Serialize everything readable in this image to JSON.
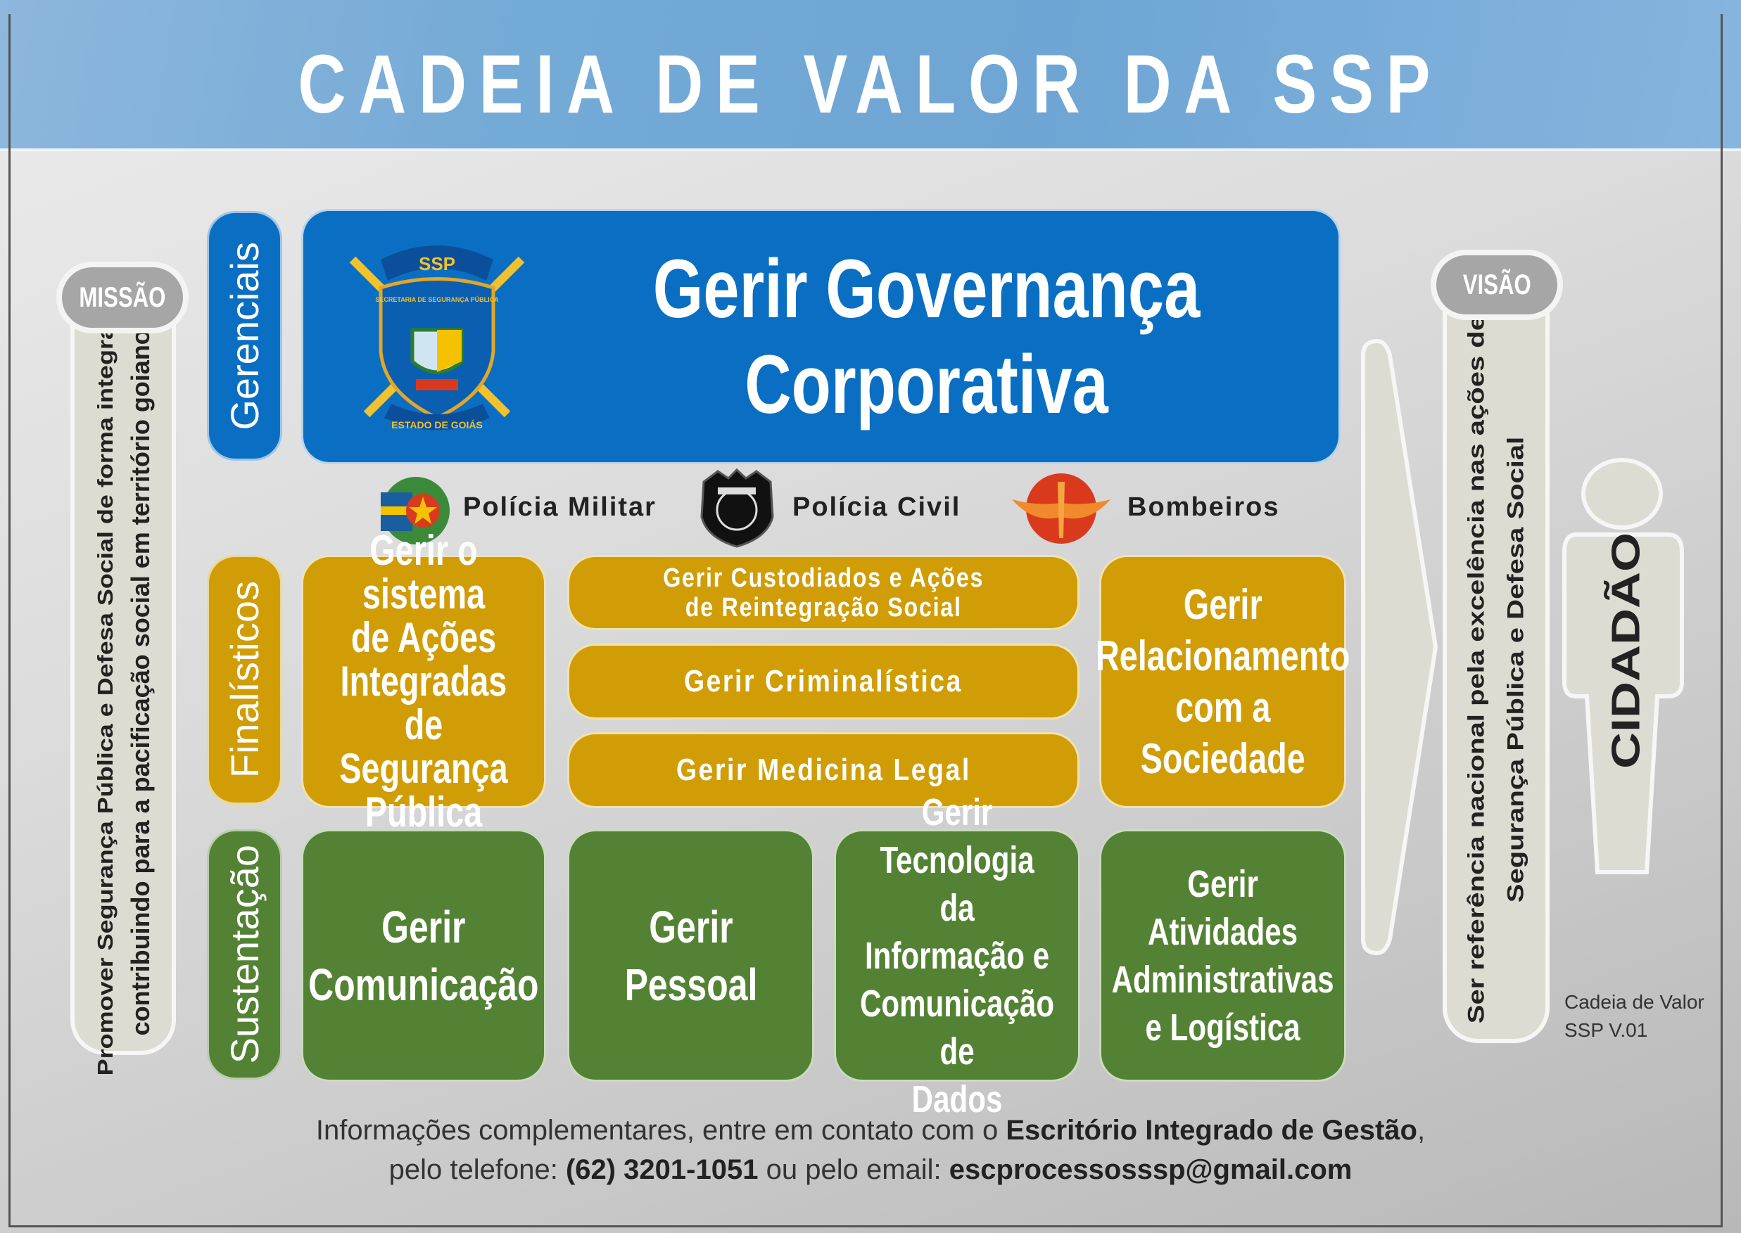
{
  "title": "CADEIA DE VALOR DA SSP",
  "mission": {
    "label": "MISSÃO",
    "text_line1": "Promover Segurança Pública e Defesa Social de forma integrada,",
    "text_line2": "contribuindo para a pacificação social em território goiano"
  },
  "vision": {
    "label": "VISÃO",
    "text_line1": "Ser referência nacional pela excelência nas ações de",
    "text_line2": "Segurança Pública e Defesa Social"
  },
  "citizen": "CIDADÃO",
  "version": {
    "line1": "Cadeia de Valor",
    "line2": "SSP V.01"
  },
  "rows": {
    "gerenciais": "Gerenciais",
    "finalisticos": "Finalísticos",
    "sustentacao": "Sustentação"
  },
  "gerenciais": {
    "main": "Gerir Governança Corporativa",
    "logo": {
      "top": "SSP",
      "middle": "SECRETARIA DE SEGURANÇA PÚBLICA",
      "bottom": "ESTADO DE GOIÁS"
    }
  },
  "institutions": [
    {
      "name": "Polícia Militar",
      "icon": "policia-militar-emblem"
    },
    {
      "name": "Polícia Civil",
      "icon": "policia-civil-badge"
    },
    {
      "name": "Bombeiros",
      "icon": "bombeiros-emblem"
    }
  ],
  "finalisticos": {
    "left": [
      "Gerir o sistema",
      "de Ações",
      "Integradas de",
      "Segurança",
      "Pública"
    ],
    "middle": [
      {
        "line1": "Gerir Custodiados e Ações",
        "line2": "de Reintegração Social"
      },
      {
        "line1": "Gerir Criminalística"
      },
      {
        "line1": "Gerir Medicina Legal"
      }
    ],
    "right": [
      "Gerir",
      "Relacionamento",
      "com a",
      "Sociedade"
    ]
  },
  "sustentacao": [
    [
      "Gerir",
      "Comunicação"
    ],
    [
      "Gerir",
      "Pessoal"
    ],
    [
      "Gerir Tecnologia",
      "da Informação e",
      "Comunicação de",
      "Dados"
    ],
    [
      "Gerir Atividades",
      "Administrativas",
      "e Logística"
    ]
  ],
  "footer": {
    "l1_pre": "Informações complementares, entre em contato com o ",
    "l1_bold": "Escritório Integrado de Gestão",
    "l1_post": ",",
    "l2_pre": "pelo telefone: ",
    "phone": "(62) 3201-1051",
    "l2_mid": " ou pelo email: ",
    "email": "escprocessosssp@gmail.com"
  },
  "colors": {
    "gerenciais": "#0a6fc2",
    "finalisticos": "#d09d06",
    "sustentacao": "#548235",
    "header": "#74aad6"
  }
}
